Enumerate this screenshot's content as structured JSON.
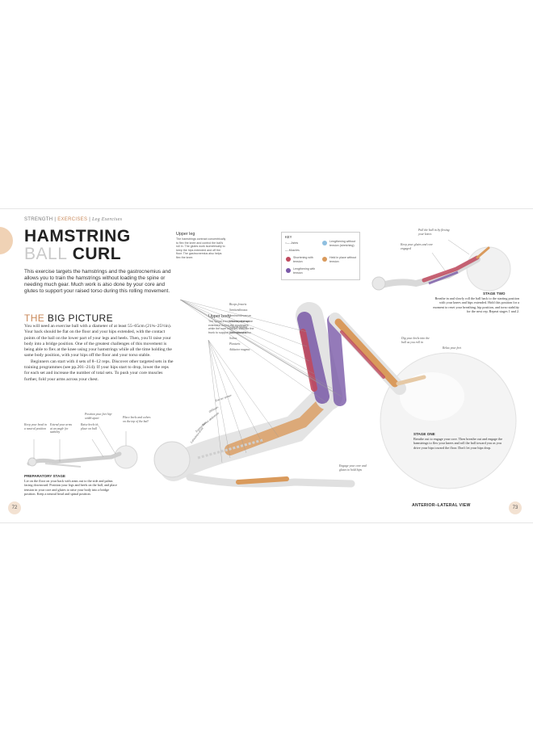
{
  "header": {
    "section": "STRENGTH",
    "subsection": "EXERCISES",
    "chapter": "Leg Exercises"
  },
  "title": {
    "line1": "HAMSTRING",
    "line2_light": "BALL",
    "line2_dark": " CURL"
  },
  "intro": "This exercise targets the hamstrings and the gastrocnemius and allows you to train the hamstrings without loading the spine or needing much gear. Much work is also done by your core and glutes to support your raised torso during this rolling movement.",
  "big_picture": {
    "title_light": "THE",
    "title_dark": " BIG PICTURE",
    "paragraph1": "You will need an exercise ball with a diameter of at least 55–65cm (21¾–25½in). Your back should be flat on the floor and your hips extended, with the contact points of the ball on the lower part of your legs and heels. Then, you’ll raise your body into a bridge position. One of the greatest challenges of this movement is being able to flex at the knee using your hamstrings while all the time holding the same body position, with your hips off the floor and your torso stable.",
    "paragraph2": "Beginners can start with 4 sets of 8–12 reps. Discover other targeted sets in the training programmes (see pp.201–214). If your hips start to drop, lower the reps for each set and increase the number of total sets. To push your core muscles further, fold your arms across your chest."
  },
  "prep": {
    "tips": [
      "Keep your head in a neutral position",
      "Extend your arms at an angle for stability",
      "Raise heels to place on ball",
      "Position your feet hip-width apart",
      "Place heels and calves on the top of the ball"
    ],
    "label": "PREPARATORY STAGE",
    "text": "Lie on the floor on your back with arms out to the side and palms facing downward. Position your legs and heels on the ball, and place tension in your core and glutes to raise your body into a bridge position. Keep a neutral head and spinal position."
  },
  "upper_leg": {
    "title": "Upper leg",
    "text": "The hamstrings contract concentrically to flex the knee and control the ball's roll in. The glutes work isometrically to keep the hips extended and off the floor. The gastrocnemius also helps flex the knee."
  },
  "upper_body": {
    "title": "Upper body",
    "text": "The spinal erectors keep the spine extended during the movement, while the core muscles stabilize the trunk to support your raised torso."
  },
  "key": {
    "title": "KEY",
    "items": [
      {
        "label": "Joints",
        "color": "#777777"
      },
      {
        "label": "Muscles",
        "color": "#777777"
      },
      {
        "label": "Shortening with tension",
        "color": "#c04a5e"
      },
      {
        "label": "Lengthening with tension",
        "color": "#7a5aa8"
      },
      {
        "label": "Lengthening without tension (stretching)",
        "color": "#8fbfe0"
      },
      {
        "label": "Held in place without tension",
        "color": "#d99a5c"
      }
    ]
  },
  "muscle_labels": {
    "upper_leg": [
      "Biceps femoris",
      "Semitendinosus",
      "Semimembranosus",
      "Gluteus maximus",
      "Gluteus medius",
      "Gastrocnemius",
      "Soleus",
      "Plantaris",
      "Adductor magnus"
    ],
    "upper_body": [
      "Erector spinae",
      "Obliques",
      "Rectus abdominis",
      "Transversus",
      "Latissimus dorsi"
    ]
  },
  "stage_two": {
    "tips": [
      "Pull the ball in by flexing your knees",
      "Keep your glutes and core engaged"
    ],
    "label": "STAGE TWO",
    "text": "Breathe in and slowly roll the ball back to the starting position with your knees and hips extended. Hold this position for a moment to reset your breathing, hip position, and torso stability for the next rep. Repeat stages 1 and 2."
  },
  "main_tips": [
    "Dig your heels into the ball as you roll in",
    "Relax your feet",
    "Engage your core and glutes to hold hips"
  ],
  "stage_one": {
    "label": "STAGE ONE",
    "text": "Breathe out to engage your core. Then breathe out and engage the hamstrings to flex your knees and roll the ball toward you as you drive your hips toward the floor. Don't let your hips drop."
  },
  "view_label": "ANTERIOR–LATERAL VIEW",
  "page_numbers": {
    "left": "72",
    "right": "73"
  }
}
